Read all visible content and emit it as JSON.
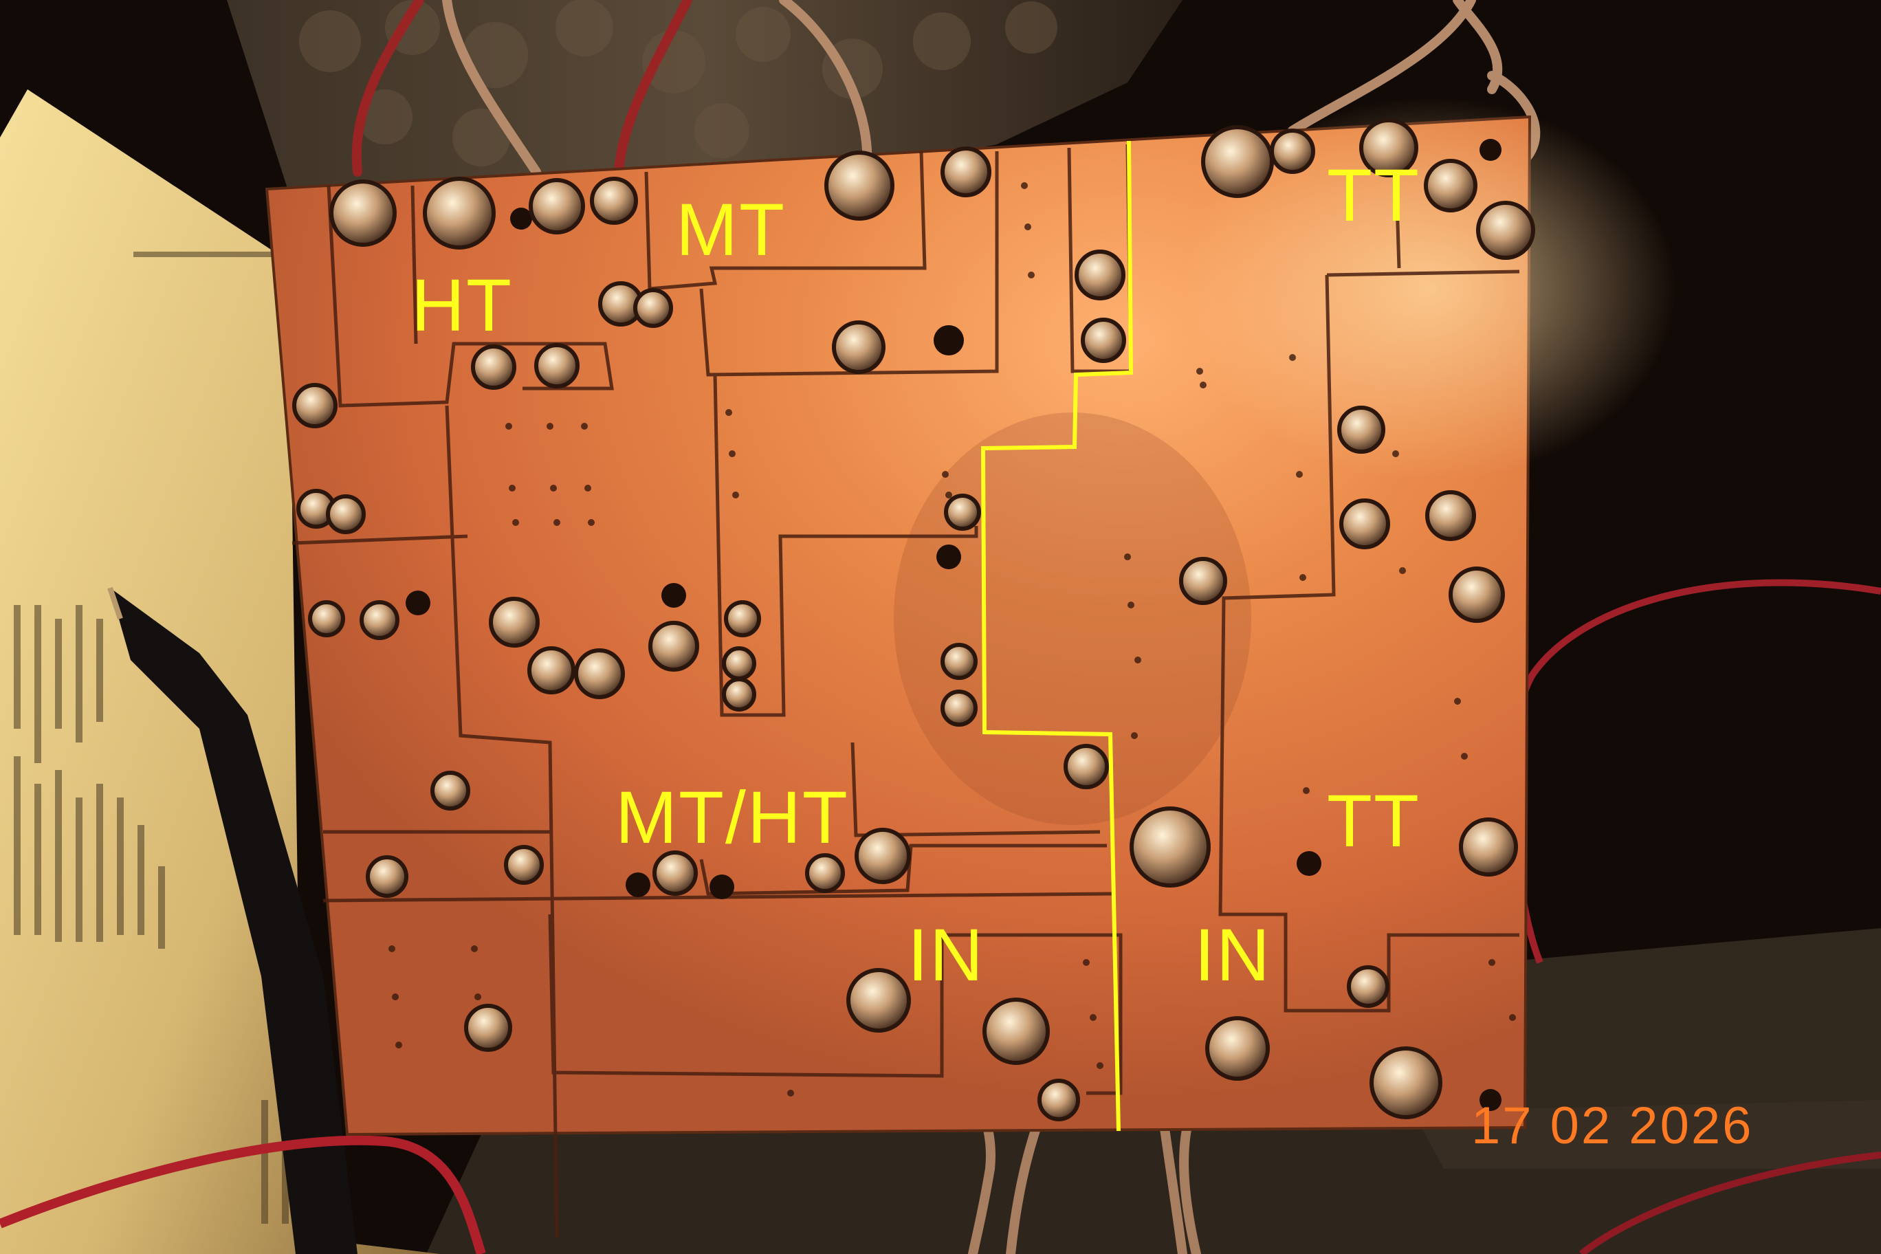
{
  "labels": {
    "ht": "HT",
    "mt": "MT",
    "tt_top": "TT",
    "mt_ht": "MT/HT",
    "tt_bottom": "TT",
    "in_left": "IN",
    "in_right": "IN"
  },
  "date_stamp": "17 02 2026",
  "colors": {
    "annotation": "#ffff1e",
    "date_stamp": "#ff7a22",
    "board_copper": "#e07a3c",
    "background": "#0d0806"
  }
}
